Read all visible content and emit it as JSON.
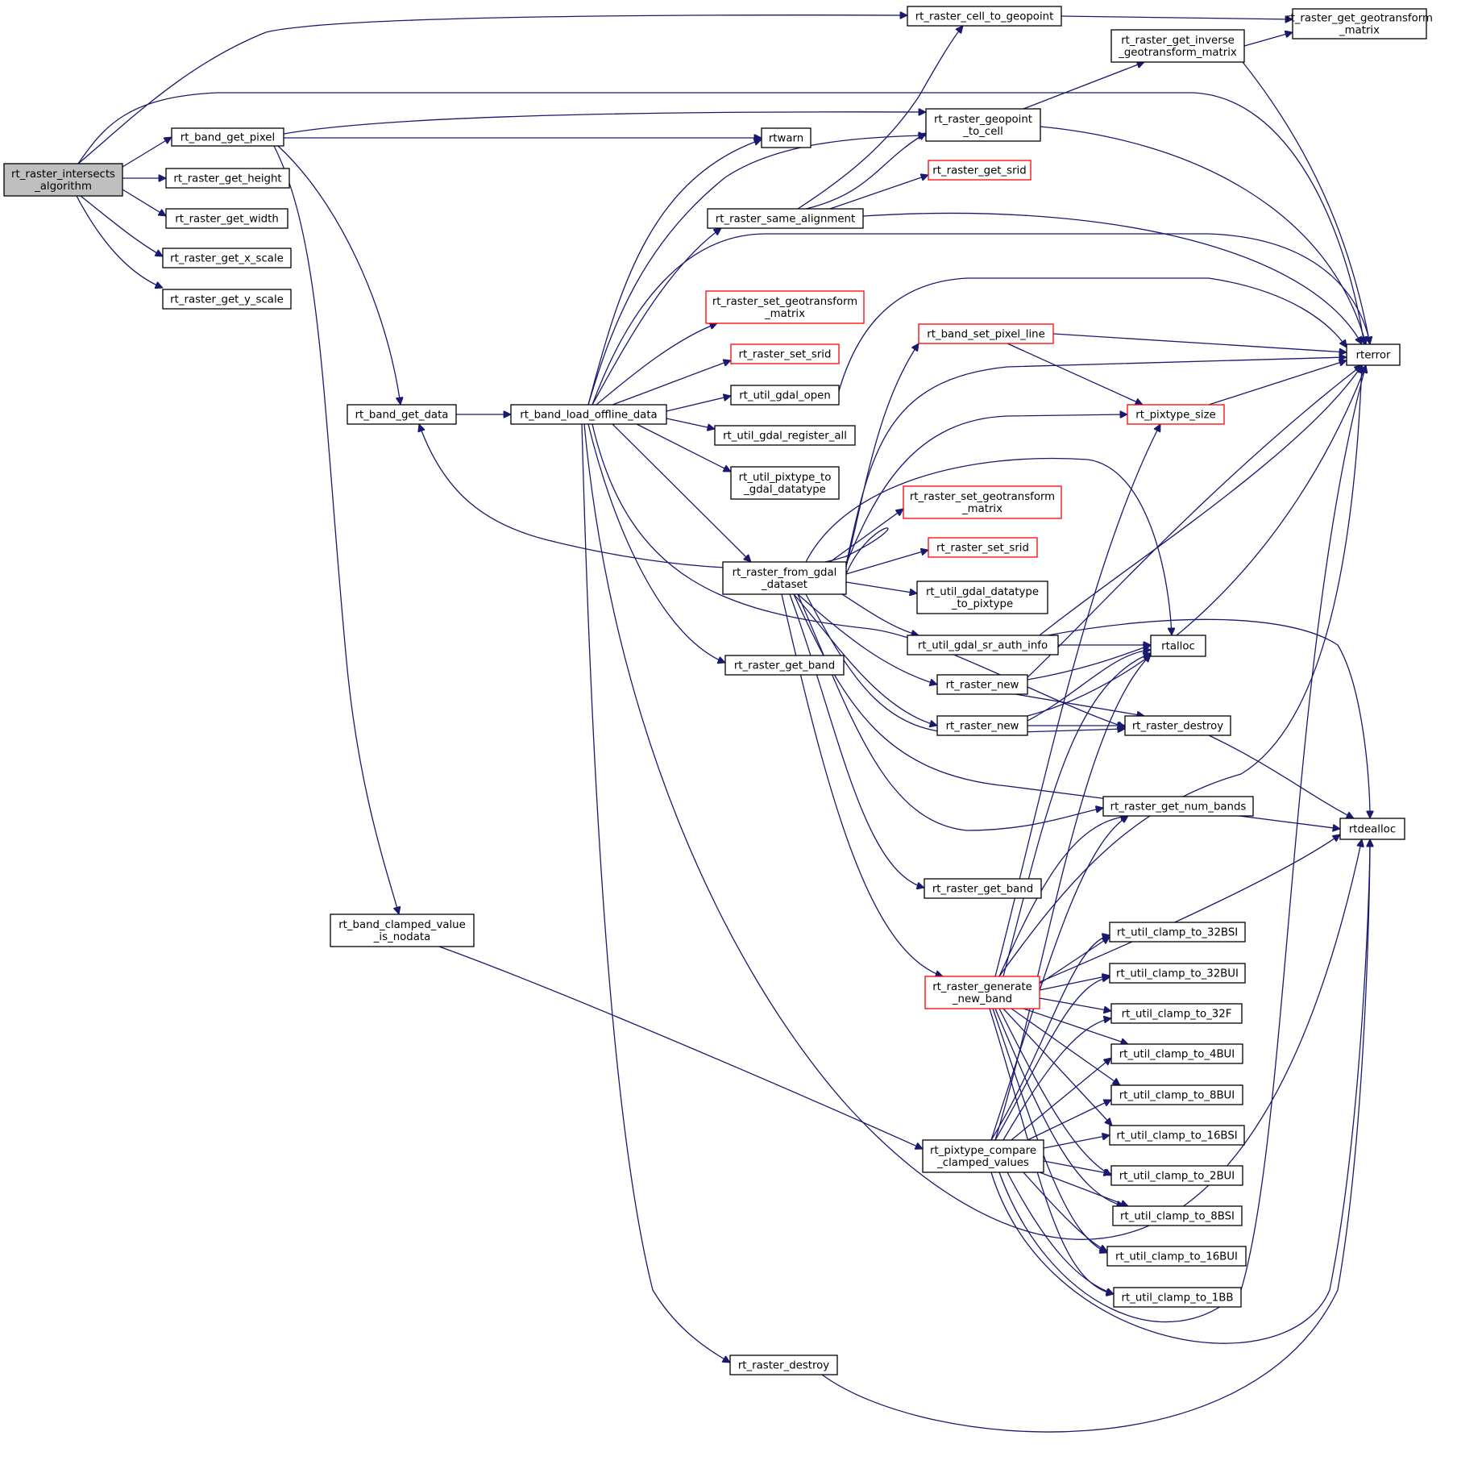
{
  "colors": {
    "edge": "#191970",
    "node_border": "#000000",
    "node_border_red": "#ff0000",
    "node_fill": "#ffffff",
    "root_fill": "#bfbfbf"
  },
  "nodes": [
    {
      "id": "root",
      "lines": [
        "rt_raster_intersects",
        "_algorithm"
      ],
      "root": true
    },
    {
      "id": "cell_to_geopoint",
      "lines": [
        "rt_raster_cell_to_geopoint"
      ]
    },
    {
      "id": "get_geotransform",
      "lines": [
        "rt_raster_get_geotransform",
        "_matrix"
      ]
    },
    {
      "id": "get_inverse_geo",
      "lines": [
        "rt_raster_get_inverse",
        "_geotransform_matrix"
      ]
    },
    {
      "id": "geopoint_to_cell",
      "lines": [
        "rt_raster_geopoint",
        "_to_cell"
      ]
    },
    {
      "id": "band_get_pixel",
      "lines": [
        "rt_band_get_pixel"
      ]
    },
    {
      "id": "rtwarn",
      "lines": [
        "rtwarn"
      ]
    },
    {
      "id": "get_srid",
      "lines": [
        "rt_raster_get_srid"
      ],
      "red": true
    },
    {
      "id": "get_height",
      "lines": [
        "rt_raster_get_height"
      ]
    },
    {
      "id": "get_width",
      "lines": [
        "rt_raster_get_width"
      ]
    },
    {
      "id": "same_alignment",
      "lines": [
        "rt_raster_same_alignment"
      ]
    },
    {
      "id": "get_x_scale",
      "lines": [
        "rt_raster_get_x_scale"
      ]
    },
    {
      "id": "get_y_scale",
      "lines": [
        "rt_raster_get_y_scale"
      ]
    },
    {
      "id": "set_geo_1",
      "lines": [
        "rt_raster_set_geotransform",
        "_matrix"
      ],
      "red": true
    },
    {
      "id": "set_srid_1",
      "lines": [
        "rt_raster_set_srid"
      ],
      "red": true
    },
    {
      "id": "band_set_pixel_line",
      "lines": [
        "rt_band_set_pixel_line"
      ],
      "red": true
    },
    {
      "id": "rterror",
      "lines": [
        "rterror"
      ]
    },
    {
      "id": "gdal_open",
      "lines": [
        "rt_util_gdal_open"
      ]
    },
    {
      "id": "band_get_data",
      "lines": [
        "rt_band_get_data"
      ]
    },
    {
      "id": "band_load_offline",
      "lines": [
        "rt_band_load_offline_data"
      ]
    },
    {
      "id": "pixtype_size",
      "lines": [
        "rt_pixtype_size"
      ],
      "red": true
    },
    {
      "id": "gdal_register_all",
      "lines": [
        "rt_util_gdal_register_all"
      ]
    },
    {
      "id": "pixtype_to_gdal",
      "lines": [
        "rt_util_pixtype_to",
        "_gdal_datatype"
      ]
    },
    {
      "id": "set_geo_2",
      "lines": [
        "rt_raster_set_geotransform",
        "_matrix"
      ],
      "red": true
    },
    {
      "id": "set_srid_2",
      "lines": [
        "rt_raster_set_srid"
      ],
      "red": true
    },
    {
      "id": "from_gdal",
      "lines": [
        "rt_raster_from_gdal",
        "_dataset"
      ]
    },
    {
      "id": "gdal_datatype_to_pix",
      "lines": [
        "rt_util_gdal_datatype",
        "_to_pixtype"
      ]
    },
    {
      "id": "sr_auth_info",
      "lines": [
        "rt_util_gdal_sr_auth_info"
      ]
    },
    {
      "id": "rtalloc",
      "lines": [
        "rtalloc"
      ]
    },
    {
      "id": "get_band_1",
      "lines": [
        "rt_raster_get_band"
      ]
    },
    {
      "id": "raster_new_1",
      "lines": [
        "rt_raster_new"
      ]
    },
    {
      "id": "raster_new_2",
      "lines": [
        "rt_raster_new"
      ]
    },
    {
      "id": "raster_destroy_r",
      "lines": [
        "rt_raster_destroy"
      ]
    },
    {
      "id": "get_num_bands",
      "lines": [
        "rt_raster_get_num_bands"
      ]
    },
    {
      "id": "rtdealloc",
      "lines": [
        "rtdealloc"
      ]
    },
    {
      "id": "get_band_2",
      "lines": [
        "rt_raster_get_band"
      ]
    },
    {
      "id": "clamped_is_nodata",
      "lines": [
        "rt_band_clamped_value",
        "_is_nodata"
      ]
    },
    {
      "id": "clamp_32BSI",
      "lines": [
        "rt_util_clamp_to_32BSI"
      ]
    },
    {
      "id": "generate_new_band",
      "lines": [
        "rt_raster_generate",
        "_new_band"
      ],
      "red": true
    },
    {
      "id": "clamp_32BUI",
      "lines": [
        "rt_util_clamp_to_32BUI"
      ]
    },
    {
      "id": "clamp_32F",
      "lines": [
        "rt_util_clamp_to_32F"
      ]
    },
    {
      "id": "clamp_4BUI",
      "lines": [
        "rt_util_clamp_to_4BUI"
      ]
    },
    {
      "id": "clamp_8BUI",
      "lines": [
        "rt_util_clamp_to_8BUI"
      ]
    },
    {
      "id": "clamp_16BSI",
      "lines": [
        "rt_util_clamp_to_16BSI"
      ]
    },
    {
      "id": "compare_clamped",
      "lines": [
        "rt_pixtype_compare",
        "_clamped_values"
      ]
    },
    {
      "id": "clamp_2BUI",
      "lines": [
        "rt_util_clamp_to_2BUI"
      ]
    },
    {
      "id": "clamp_8BSI",
      "lines": [
        "rt_util_clamp_to_8BSI"
      ]
    },
    {
      "id": "clamp_16BUI",
      "lines": [
        "rt_util_clamp_to_16BUI"
      ]
    },
    {
      "id": "clamp_1BB",
      "lines": [
        "rt_util_clamp_to_1BB"
      ]
    },
    {
      "id": "raster_destroy_b",
      "lines": [
        "rt_raster_destroy"
      ]
    }
  ]
}
